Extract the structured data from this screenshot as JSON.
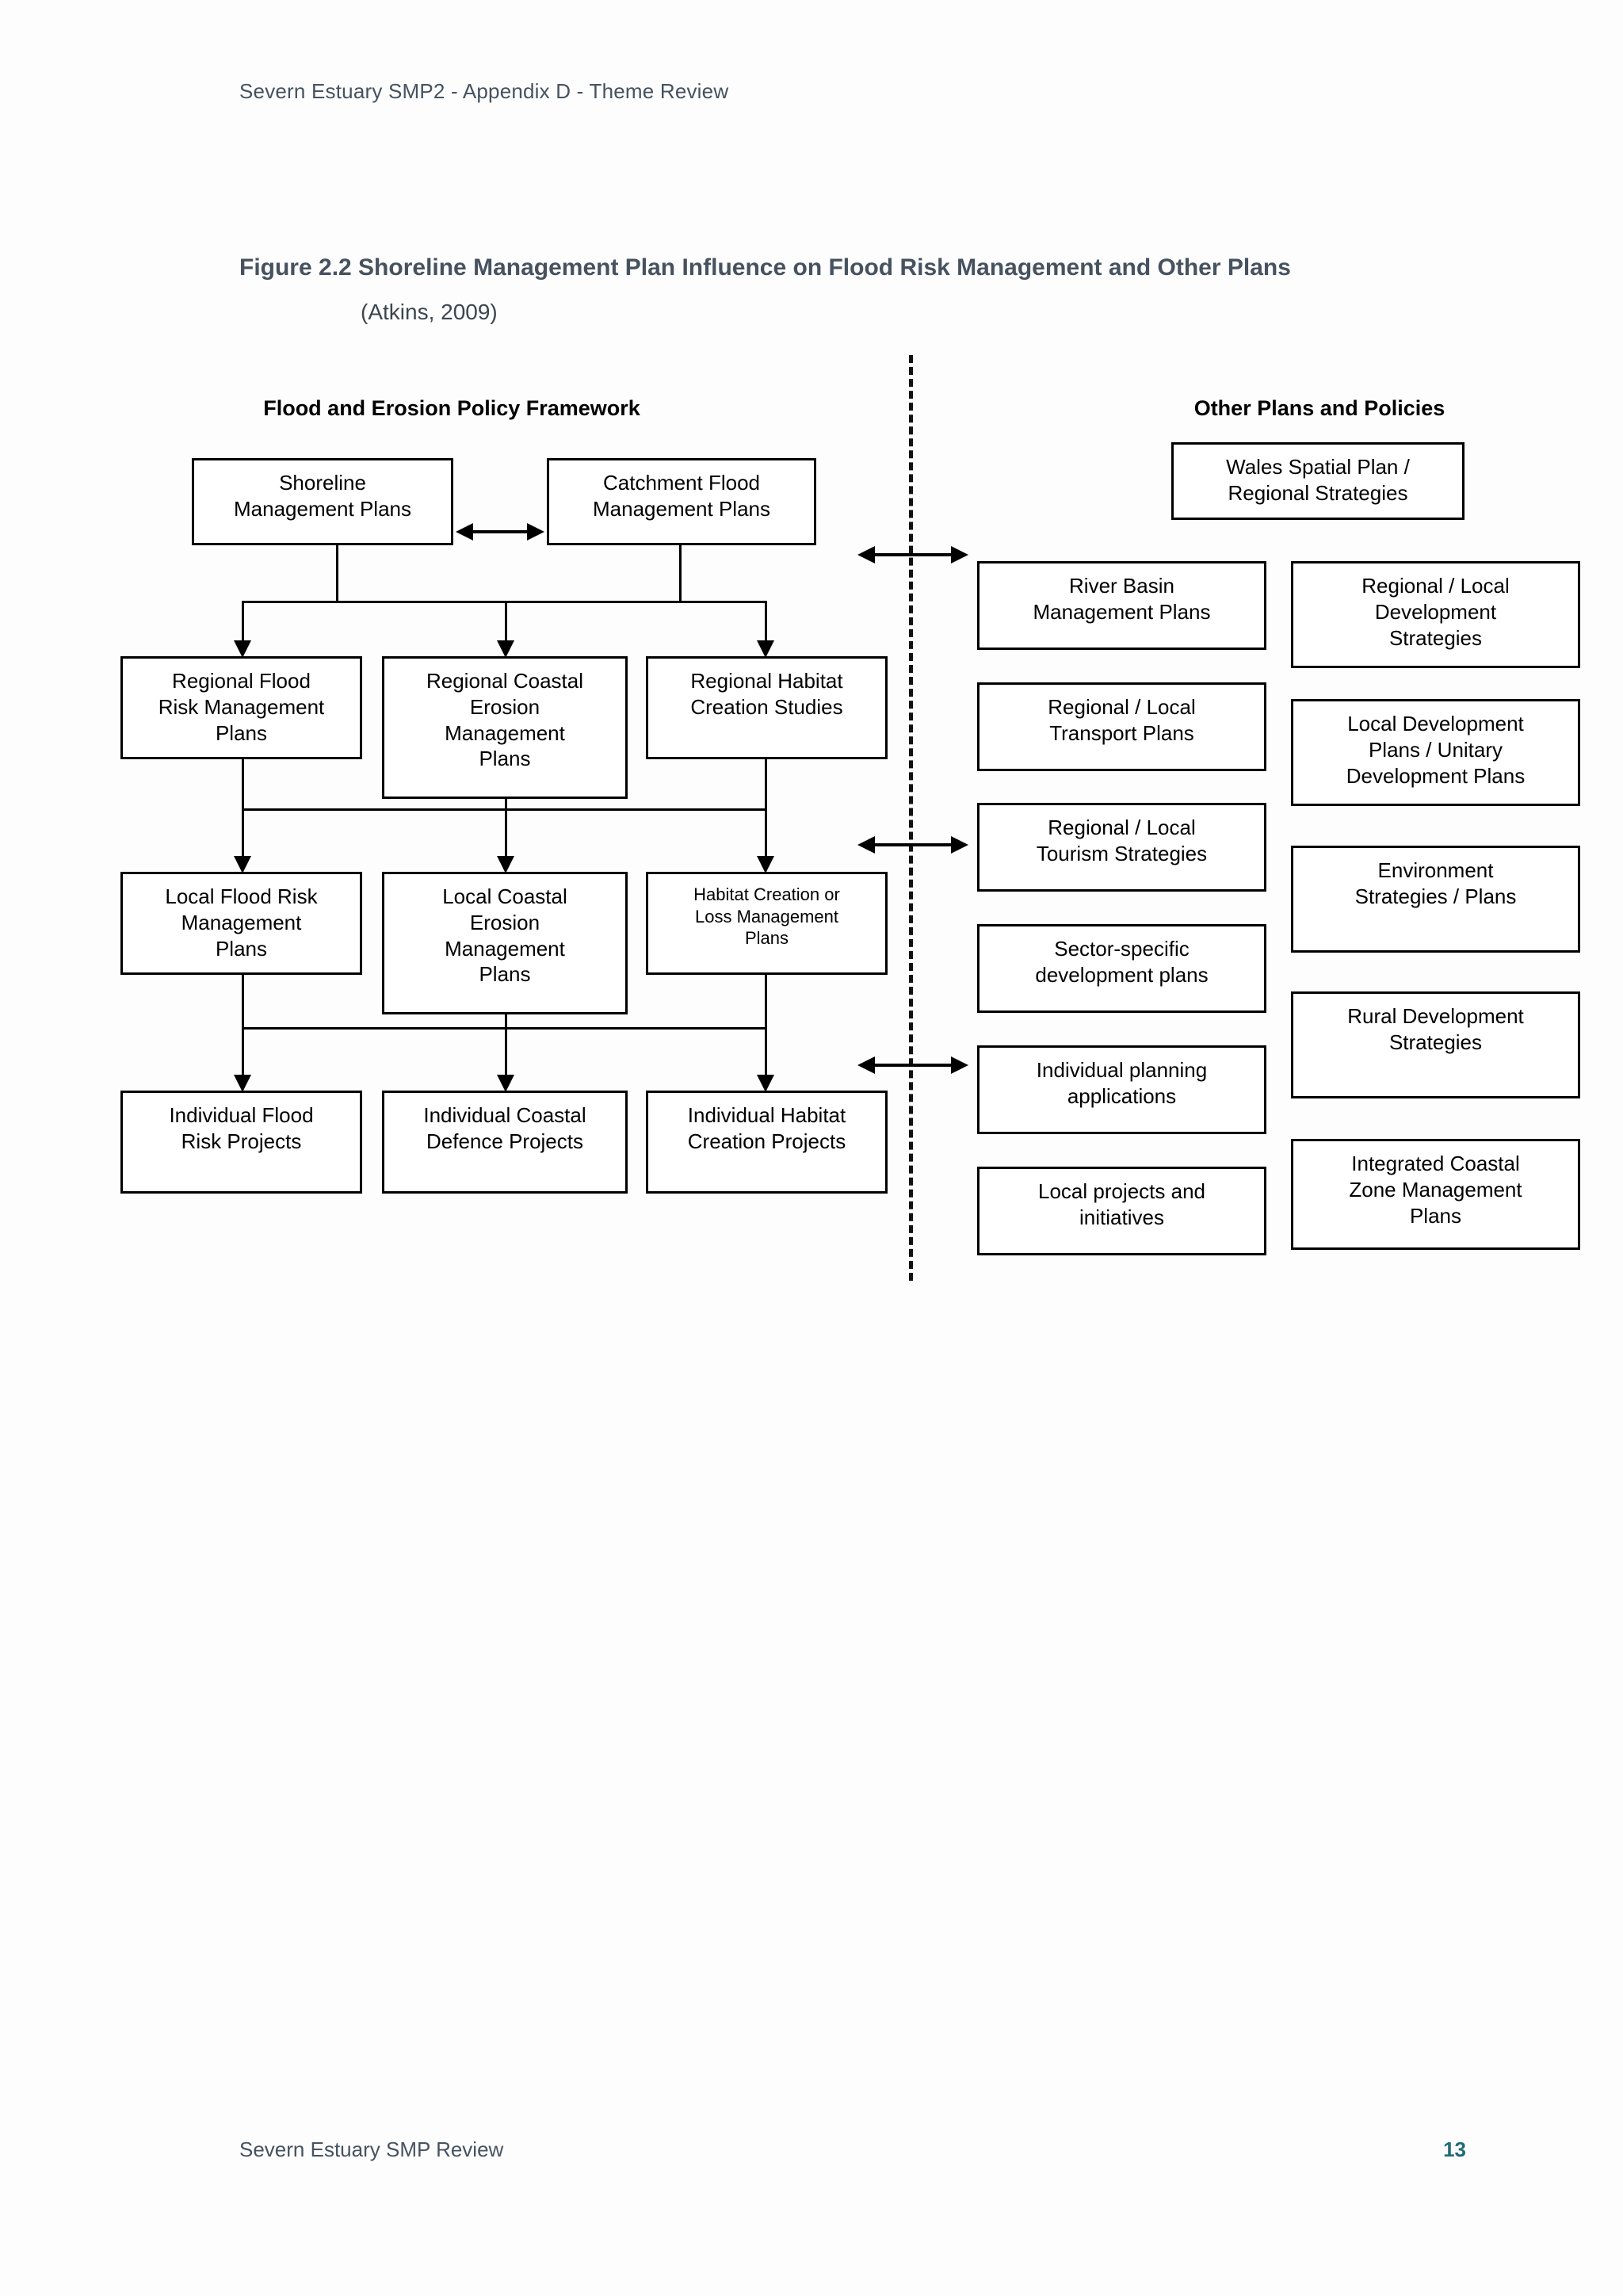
{
  "header": {
    "running_head": "Severn Estuary SMP2 - Appendix D - Theme Review"
  },
  "footer": {
    "running_foot": "Severn Estuary SMP Review",
    "page_number": "13"
  },
  "figure": {
    "title": "Figure 2.2 Shoreline Management Plan Influence on Flood Risk Management and Other Plans",
    "source": "(Atkins, 2009)",
    "columns": {
      "left_heading": "Flood and Erosion Policy Framework",
      "right_heading": "Other Plans and Policies"
    },
    "left_column": {
      "row1": [
        {
          "label": "Shoreline\nManagement Plans"
        },
        {
          "label": "Catchment Flood\nManagement Plans"
        }
      ],
      "row2": [
        {
          "label": "Regional Flood\nRisk Management\nPlans"
        },
        {
          "label": "Regional Coastal\nErosion\nManagement\nPlans"
        },
        {
          "label": "Regional Habitat\nCreation Studies"
        }
      ],
      "row3": [
        {
          "label": "Local Flood Risk\nManagement\nPlans"
        },
        {
          "label": "Local Coastal\nErosion\nManagement\nPlans"
        },
        {
          "label": "Habitat Creation or\nLoss Management\nPlans"
        }
      ],
      "row4": [
        {
          "label": "Individual Flood\nRisk Projects"
        },
        {
          "label": "Individual Coastal\nDefence Projects"
        },
        {
          "label": "Individual Habitat\nCreation Projects"
        }
      ]
    },
    "right_column": {
      "top_box": {
        "label": "Wales Spatial Plan /\nRegional Strategies"
      },
      "middle_stack": [
        {
          "label": "River Basin\nManagement Plans"
        },
        {
          "label": "Regional / Local\nTransport Plans"
        },
        {
          "label": "Regional / Local\nTourism Strategies"
        },
        {
          "label": "Sector-specific\ndevelopment plans"
        },
        {
          "label": "Individual planning\napplications"
        },
        {
          "label": "Local projects and\ninitiatives"
        }
      ],
      "right_stack": [
        {
          "label": "Regional / Local\nDevelopment\nStrategies"
        },
        {
          "label": "Local Development\nPlans / Unitary\nDevelopment Plans"
        },
        {
          "label": "Environment\nStrategies / Plans"
        },
        {
          "label": "Rural Development\nStrategies"
        },
        {
          "label": "Integrated Coastal\nZone Management\nPlans"
        }
      ]
    },
    "colors": {
      "heading_text": "#46525f",
      "page_number": "#1f6b78",
      "box_border": "#000000",
      "divider": "#111111"
    }
  }
}
